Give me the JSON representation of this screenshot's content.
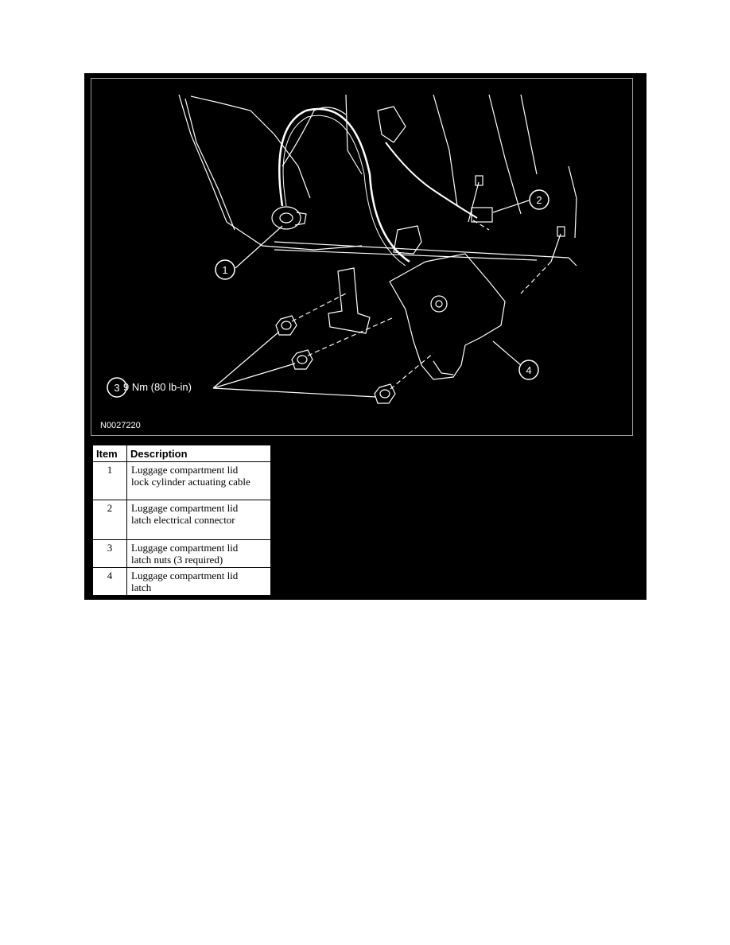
{
  "figure": {
    "id": "N0027220",
    "callouts": [
      "1",
      "2",
      "3",
      "4"
    ],
    "torque_label": "9 Nm (80 lb-in)"
  },
  "table": {
    "headers": [
      "Item",
      "Description"
    ],
    "rows": [
      {
        "item": "1",
        "description_line1": "Luggage compartment lid",
        "description_line2": "lock cylinder actuating cable"
      },
      {
        "item": "2",
        "description_line1": "Luggage compartment lid",
        "description_line2": "latch electrical connector"
      },
      {
        "item": "3",
        "description_line1": "Luggage compartment lid",
        "description_line2": "latch nuts (3 required)"
      },
      {
        "item": "4",
        "description_line1": "Luggage compartment lid",
        "description_line2": "latch"
      }
    ]
  }
}
